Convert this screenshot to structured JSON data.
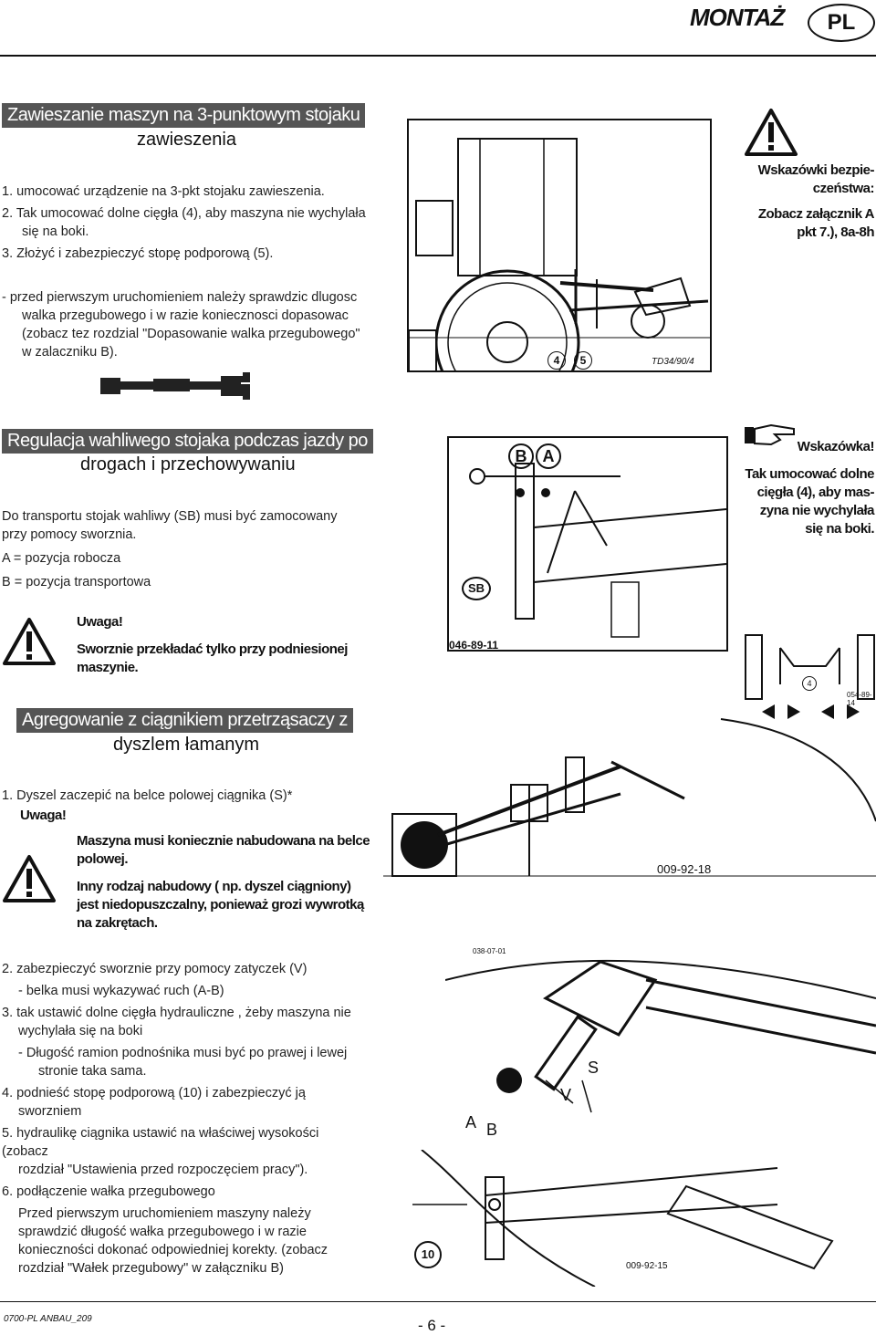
{
  "header": {
    "title": "MONTAŻ",
    "lang": "PL"
  },
  "s1": {
    "title_line1": "Zawieszanie maszyn na 3-punktowym stojaku",
    "title_line2": "zawieszenia",
    "steps": [
      "1.  umocować urządzenie na 3-pkt stojaku zawieszenia.",
      "2.  Tak umocować dolne cięgła (4), aby maszyna nie wychylała",
      "się na boki.",
      "3.  Złożyć i zabezpieczyć stopę podporową (5)."
    ],
    "dash_lines": [
      "-   przed pierwszym uruchomieniem należy sprawdzic dlugosc",
      "walka przegubowego i w razie koniecznosci dopasowac",
      "(zobacz tez rozdzial \"Dopasowanie walka przegubowego\"",
      "w zalaczniku B)."
    ],
    "fig_label_4": "4",
    "fig_label_5": "5",
    "fig_code": "TD34/90/4",
    "safety": {
      "line1": "Wskazówki bezpie-",
      "line2": "czeństwa:",
      "line3": "Zobacz załącznik A",
      "line4": "pkt 7.), 8a-8h"
    }
  },
  "s2": {
    "title_line1": "Regulacja wahliwego stojaka podczas jazdy po",
    "title_line2": "drogach i przechowywaniu",
    "text1": "Do transportu stojak wahliwy (SB) musi być zamocowany",
    "text2": "przy pomocy sworznia.",
    "posA": "A = pozycja robocza",
    "posB": "B = pozycja transportowa",
    "uwaga": "Uwaga!",
    "warn1": "Sworznie przekładać tylko przy podniesionej",
    "warn2": "maszynie.",
    "fig_B": "B",
    "fig_A": "A",
    "fig_SB": "SB",
    "fig_code": "046-89-11",
    "hint": {
      "title": "Wskazówka!",
      "line1": "Tak umocować dolne",
      "line2": "cięgła (4), aby mas-",
      "line3": "zyna nie wychylała",
      "line4": "się na boki."
    },
    "fig2_label": "4",
    "fig2_code": "054-89-14"
  },
  "s3": {
    "title_line1": "Agregowanie z ciągnikiem przetrząsaczy z",
    "title_line2": "dyszlem łamanym",
    "step1": "1.  Dyszel zaczepić na belce polowej ciągnika (S)*",
    "uwaga": "Uwaga!",
    "warn_a1": "Maszyna musi koniecznie nabudowana na belce",
    "warn_a2": "polowej.",
    "warn_b1": "Inny rodzaj nabudowy ( np. dyszel ciągniony)",
    "warn_b2": "jest niedopuszczalny, ponieważ grozi wywrotką",
    "warn_b3": "na zakrętach.",
    "fig_code1": "009-92-18",
    "fig_code2": "038-07-01",
    "fig_S": "S",
    "fig_V": "V",
    "fig_A": "A",
    "fig_B": "B",
    "fig_10": "10",
    "fig_code3": "009-92-15",
    "steps": [
      "2.  zabezpieczyć sworznie przy pomocy zatyczek (V)",
      "-   belka musi wykazywać ruch (A-B)",
      "3.  tak ustawić dolne cięgła hydrauliczne , żeby maszyna nie",
      "wychylała się na boki",
      "-   Długość ramion podnośnika musi być po prawej i lewej",
      "stronie taka sama.",
      "4.  podnieść stopę podporową (10) i zabezpieczyć ją",
      "sworzniem",
      "5.  hydraulikę ciągnika ustawić na właściwej wysokości (zobacz",
      "rozdział \"Ustawienia przed rozpoczęciem pracy\").",
      "6.  podłączenie wałka przegubowego",
      "Przed pierwszym uruchomieniem maszyny należy",
      "sprawdzić długość wałka przegubowego i w razie",
      "konieczności dokonać odpowiedniej korekty. (zobacz",
      "rozdział \"Wałek przegubowy\" w załączniku B)"
    ]
  },
  "footer": {
    "left": "0700-PL ANBAU_209",
    "page": "- 6 -"
  }
}
